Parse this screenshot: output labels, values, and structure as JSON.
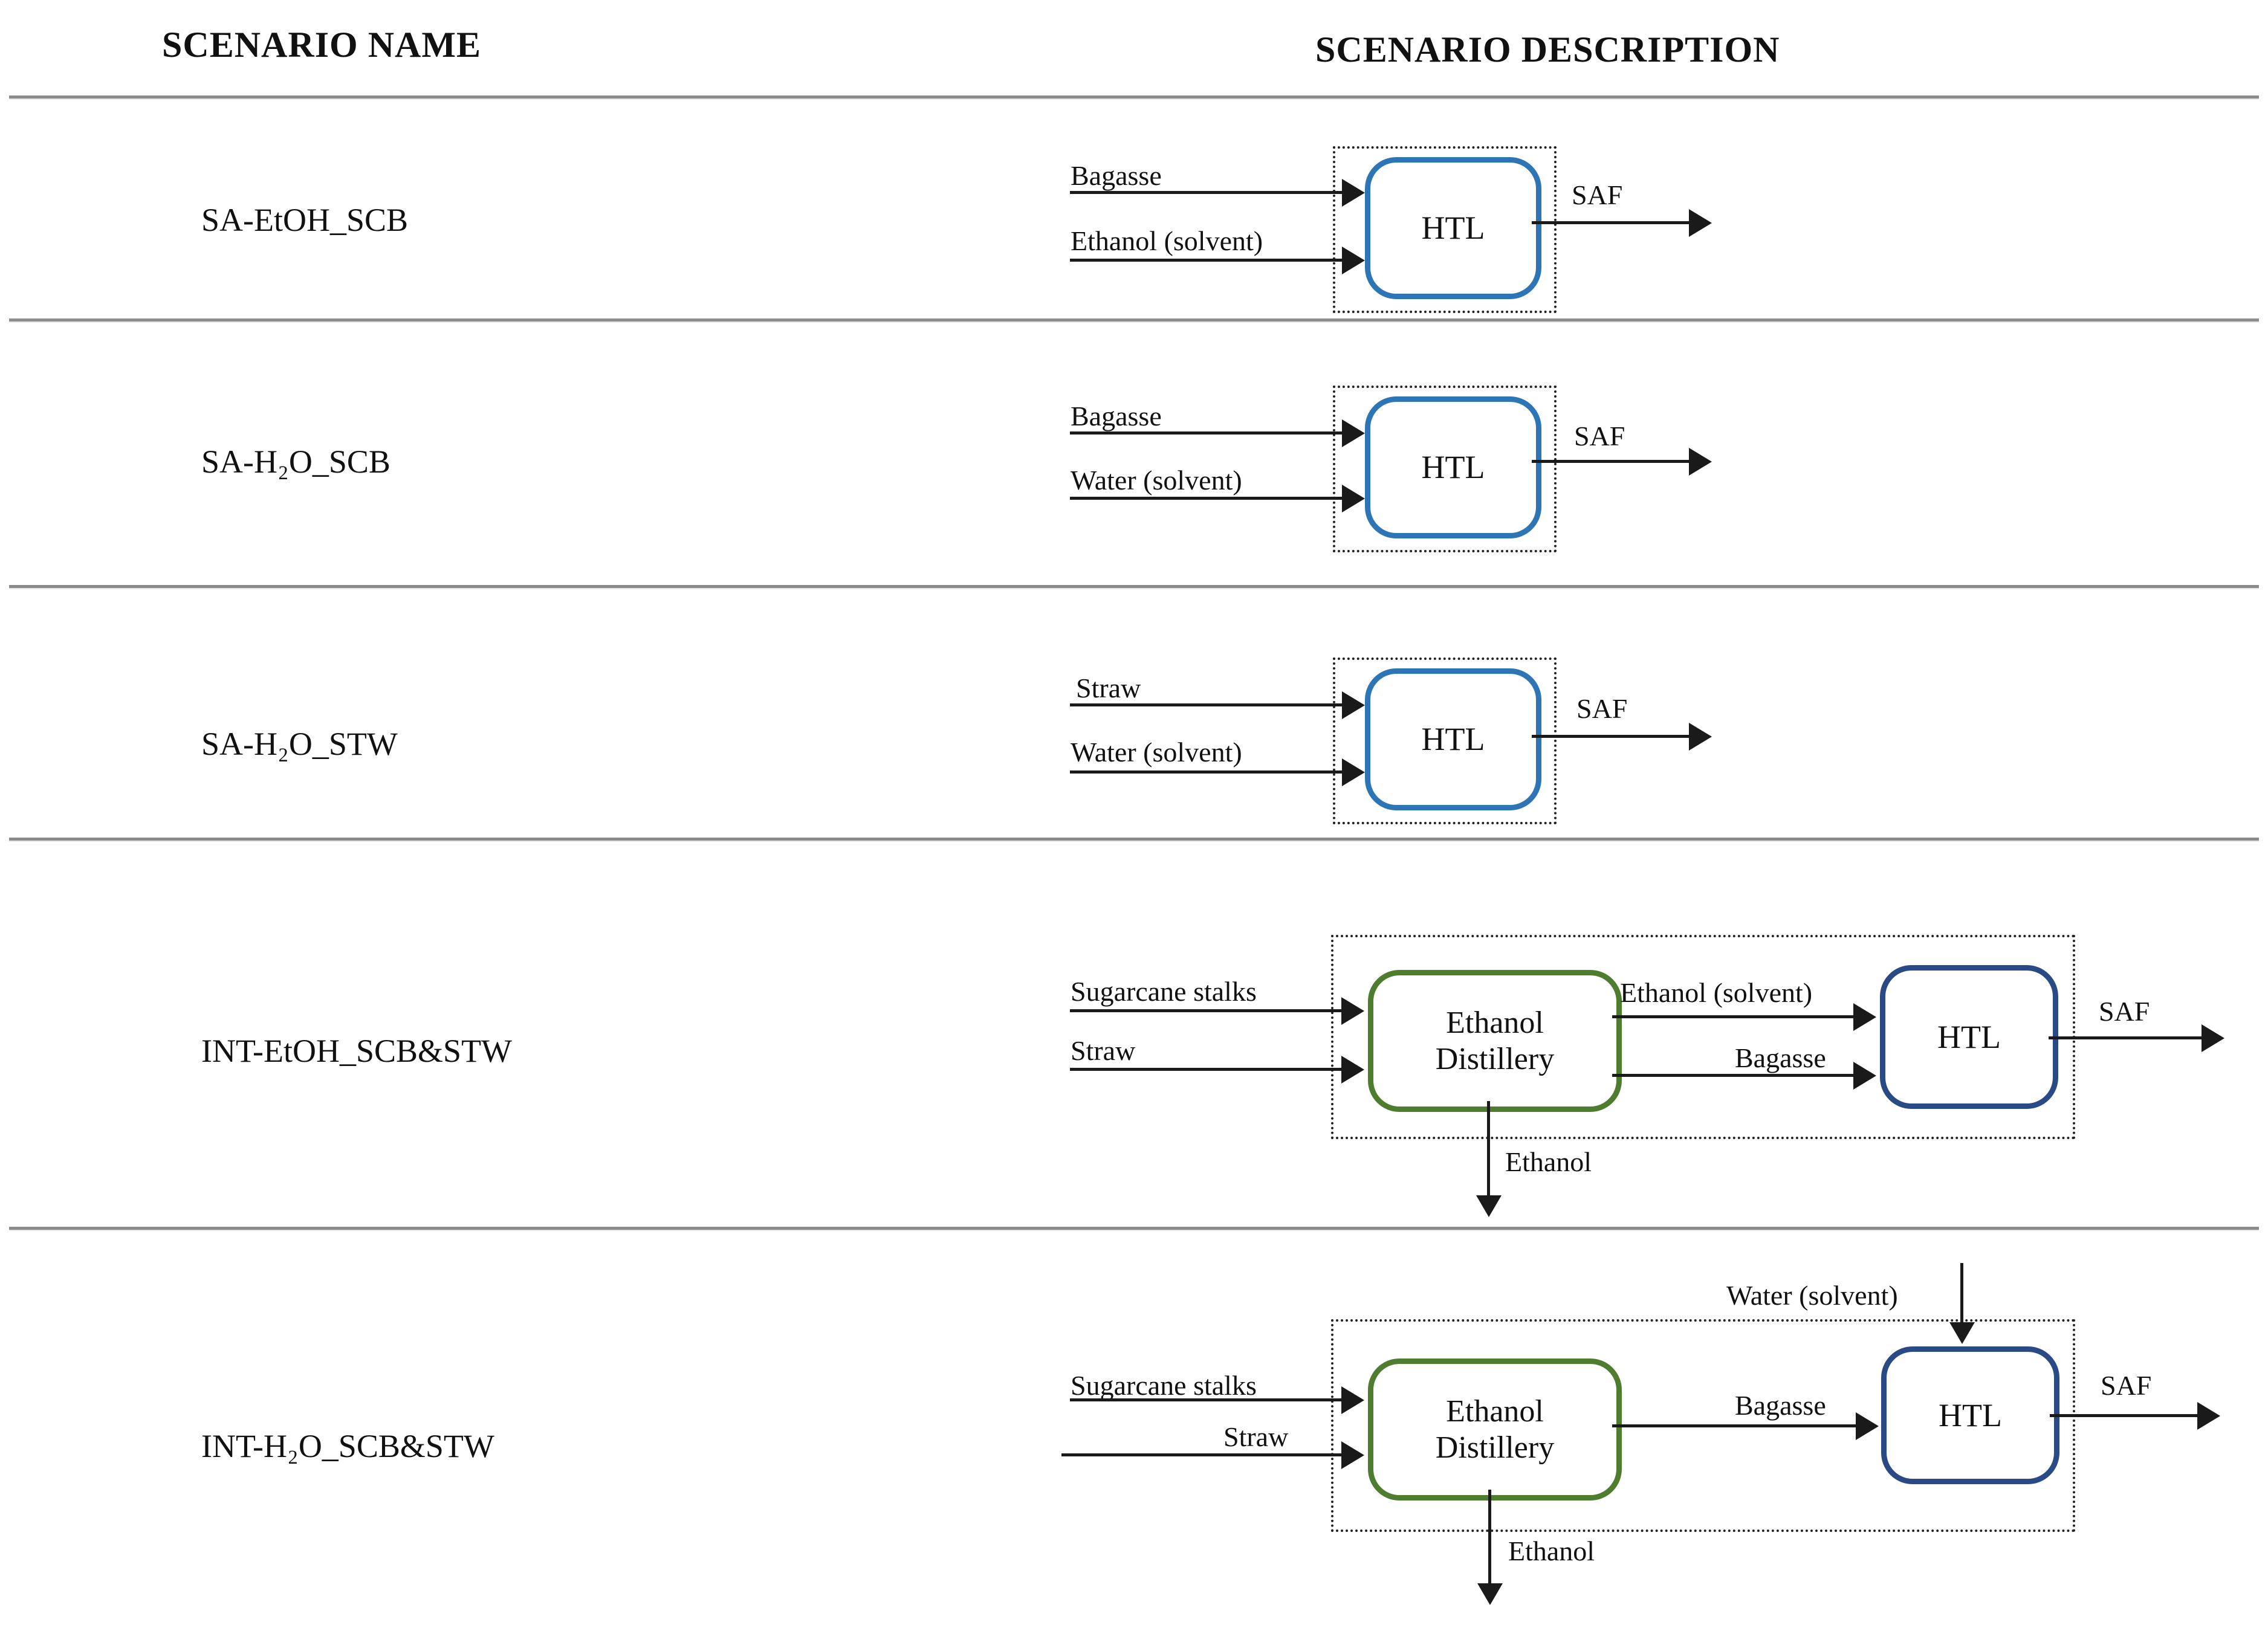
{
  "header": {
    "name_col": "SCENARIO NAME",
    "desc_col": "SCENARIO DESCRIPTION"
  },
  "colors": {
    "htl_box_blue": "#2e75b6",
    "htl_box_navy": "#2a4a85",
    "distillery_green": "#4f7d2f",
    "divider_gray": "#8c8c8c",
    "line_black": "#1a1a1a"
  },
  "rows": [
    {
      "name": "SA-EtOH_SCB",
      "inputs": [
        "Bagasse",
        "Ethanol (solvent)"
      ],
      "process": "HTL",
      "output": "SAF"
    },
    {
      "name": "SA-H₂O_SCB",
      "inputs": [
        "Bagasse",
        "Water (solvent)"
      ],
      "process": "HTL",
      "output": "SAF"
    },
    {
      "name": "SA-H₂O_STW",
      "inputs": [
        "Straw",
        "Water (solvent)"
      ],
      "process": "HTL",
      "output": "SAF"
    },
    {
      "name": "INT-EtOH_SCB&STW",
      "inputs": [
        "Sugarcane stalks",
        "Straw"
      ],
      "process1": "Ethanol Distillery",
      "intermediates": [
        "Ethanol (solvent)",
        "Bagasse"
      ],
      "process2": "HTL",
      "output": "SAF",
      "byproduct": "Ethanol"
    },
    {
      "name": "INT-H₂O_SCB&STW",
      "top_input": "Water (solvent)",
      "inputs": [
        "Sugarcane stalks",
        "Straw"
      ],
      "process1": "Ethanol Distillery",
      "intermediate": "Bagasse",
      "process2": "HTL",
      "output": "SAF",
      "byproduct": "Ethanol"
    }
  ]
}
